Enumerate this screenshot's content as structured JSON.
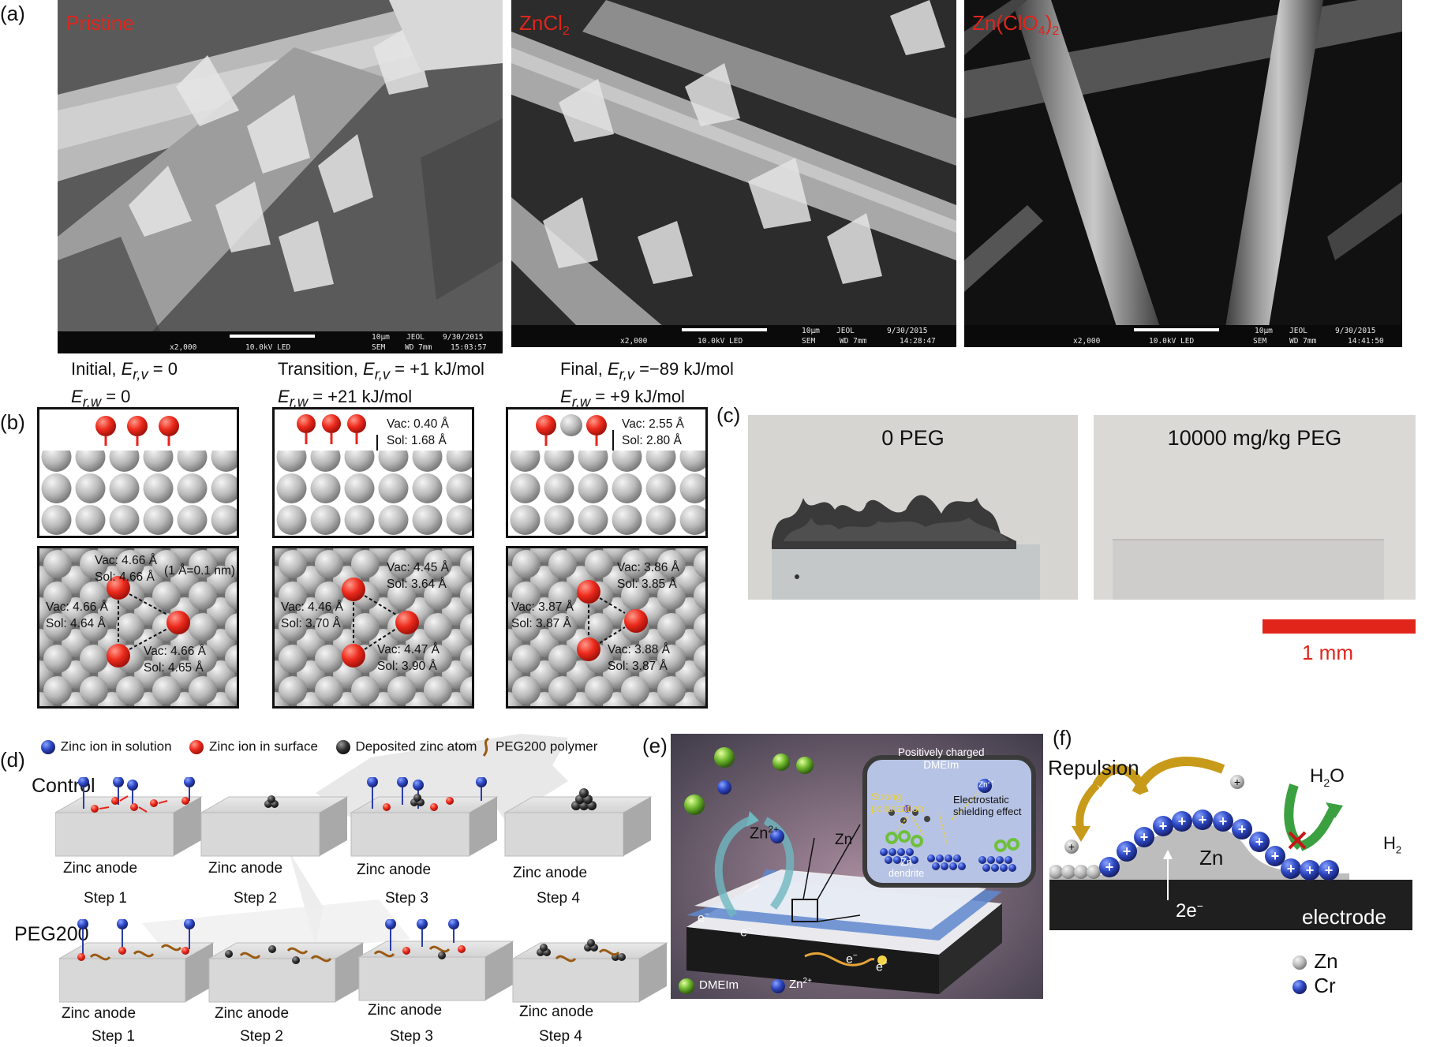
{
  "panels": {
    "a": {
      "label": "(a)",
      "images": [
        {
          "title": "Pristine",
          "mag": "x2,000",
          "kv": "10.0kV LED",
          "scale": "10µm",
          "vendor": "JEOL",
          "mode": "SEM",
          "wd": "WD 7mm",
          "date": "9/30/2015",
          "time": "15:03:57"
        },
        {
          "title": "ZnCl",
          "title_sub": "2",
          "mag": "x2,000",
          "kv": "10.0kV LED",
          "scale": "10µm",
          "vendor": "JEOL",
          "mode": "SEM",
          "wd": "WD 7mm",
          "date": "9/30/2015",
          "time": "14:28:47"
        },
        {
          "title": "Zn(ClO",
          "title_sub": "4",
          "title_tail": ")",
          "title_tail_sub": "2",
          "mag": "x2,000",
          "kv": "10.0kV LED",
          "scale": "10µm",
          "vendor": "JEOL",
          "mode": "SEM",
          "wd": "WD 7mm",
          "date": "9/30/2015",
          "time": "14:41:50"
        }
      ]
    },
    "b": {
      "label": "(b)",
      "states": [
        {
          "name": "Initial",
          "erv": " = 0",
          "erw": " = 0"
        },
        {
          "name": "Transition",
          "erv": " = +1 kJ/mol",
          "erw": " = +21 kJ/mol"
        },
        {
          "name": "Final",
          "erv": " =−89 kJ/mol",
          "erw": " = +9 kJ/mol"
        }
      ],
      "top_dist": [
        null,
        {
          "vac": "Vac: 0.40 Å",
          "sol": "Sol: 1.68 Å"
        },
        {
          "vac": "Vac: 2.55 Å",
          "sol": "Sol: 2.80 Å"
        }
      ],
      "bottom_dist": [
        {
          "top1": "Vac: 4.66 Å",
          "top2": "Sol: 4.66 Å",
          "note": "(1 Å=0.1 nm)",
          "left1": "Vac: 4.66 Å",
          "left2": "Sol: 4.64 Å",
          "br1": "Vac: 4.66 Å",
          "br2": "Sol: 4.65 Å"
        },
        {
          "top1": "Vac: 4.45 Å",
          "top2": "Sol: 3.64 Å",
          "left1": "Vac: 4.46 Å",
          "left2": "Sol: 3.70 Å",
          "br1": "Vac: 4.47 Å",
          "br2": "Sol: 3.90 Å"
        },
        {
          "top1": "Vac: 3.86 Å",
          "top2": "Sol: 3.85 Å",
          "left1": "Vac: 3.87 Å",
          "left2": "Sol: 3.87 Å",
          "br1": "Vac: 3.88 Å",
          "br2": "Sol: 3.87 Å"
        }
      ]
    },
    "c": {
      "label": "(c)",
      "photo_left": "0 PEG",
      "photo_right": "10000 mg/kg PEG",
      "scale": "1 mm"
    },
    "d": {
      "label": "(d)",
      "legend": [
        "Zinc ion in solution",
        "Zinc ion in surface",
        "Deposited zinc atom",
        "PEG200 polymer"
      ],
      "row1": "Control",
      "row2": "PEG200",
      "anode": "Zinc anode",
      "steps": [
        "Step 1",
        "Step 2",
        "Step 3",
        "Step 4"
      ]
    },
    "e": {
      "label": "(e)",
      "zn2": "Zn",
      "zn2_sup": "2+",
      "zn": "Zn",
      "inset_title_1": "Positively charged",
      "inset_title_2": "DMEIm",
      "inset_zn": "Zn",
      "inset_zn_sup": "2+",
      "strong_1": "Strong",
      "strong_2": "polarization",
      "shield_1": "Electrostatic",
      "shield_2": "shielding effect",
      "dendrite_1": "Zn",
      "dendrite_2": "dendrite",
      "electron": "e",
      "electron_sup": "−",
      "legend_dmeim": "DMEIm",
      "legend_zn": "Zn",
      "legend_zn_sup": "2+"
    },
    "f": {
      "label": "(f)",
      "repulsion": "Repulsion",
      "h2o": "H",
      "h2o_sub": "2",
      "h2o_tail": "O",
      "h2": "H",
      "h2_sub": "2",
      "zn": "Zn",
      "two_e": "2e",
      "two_e_sup": "−",
      "electrode": "electrode",
      "legend_zn": "Zn",
      "legend_cr": "Cr"
    }
  },
  "colors": {
    "red_label": "#e1251b",
    "zn_atom": "#bdbdbd",
    "zn_ion": "#e8231e",
    "cr_ion": "#2b3ea8"
  }
}
